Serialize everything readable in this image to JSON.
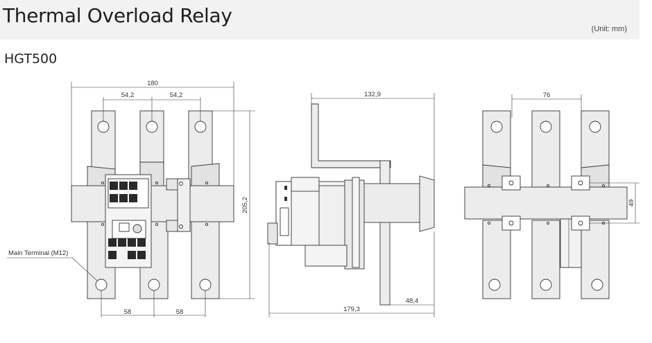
{
  "header": {
    "title": "Thermal Overload Relay",
    "unit_note": "(Unit: mm)"
  },
  "model": "HGT500",
  "front_view": {
    "overall_width": "180",
    "pitch_top_left": "54,2",
    "pitch_top_right": "54,2",
    "overall_height": "205,2",
    "pitch_bottom_left": "58",
    "pitch_bottom_right": "58",
    "callout_label": "Main Terminal (M12)"
  },
  "side_view": {
    "top_depth": "132,9",
    "overall_depth": "179,3",
    "bottom_offset": "48,4"
  },
  "rear_view": {
    "top_pitch": "76",
    "mount_height": "49"
  },
  "colors": {
    "title_bar_bg": "#f2f2f2",
    "fill_light": "#ececec",
    "stroke": "#333333"
  }
}
